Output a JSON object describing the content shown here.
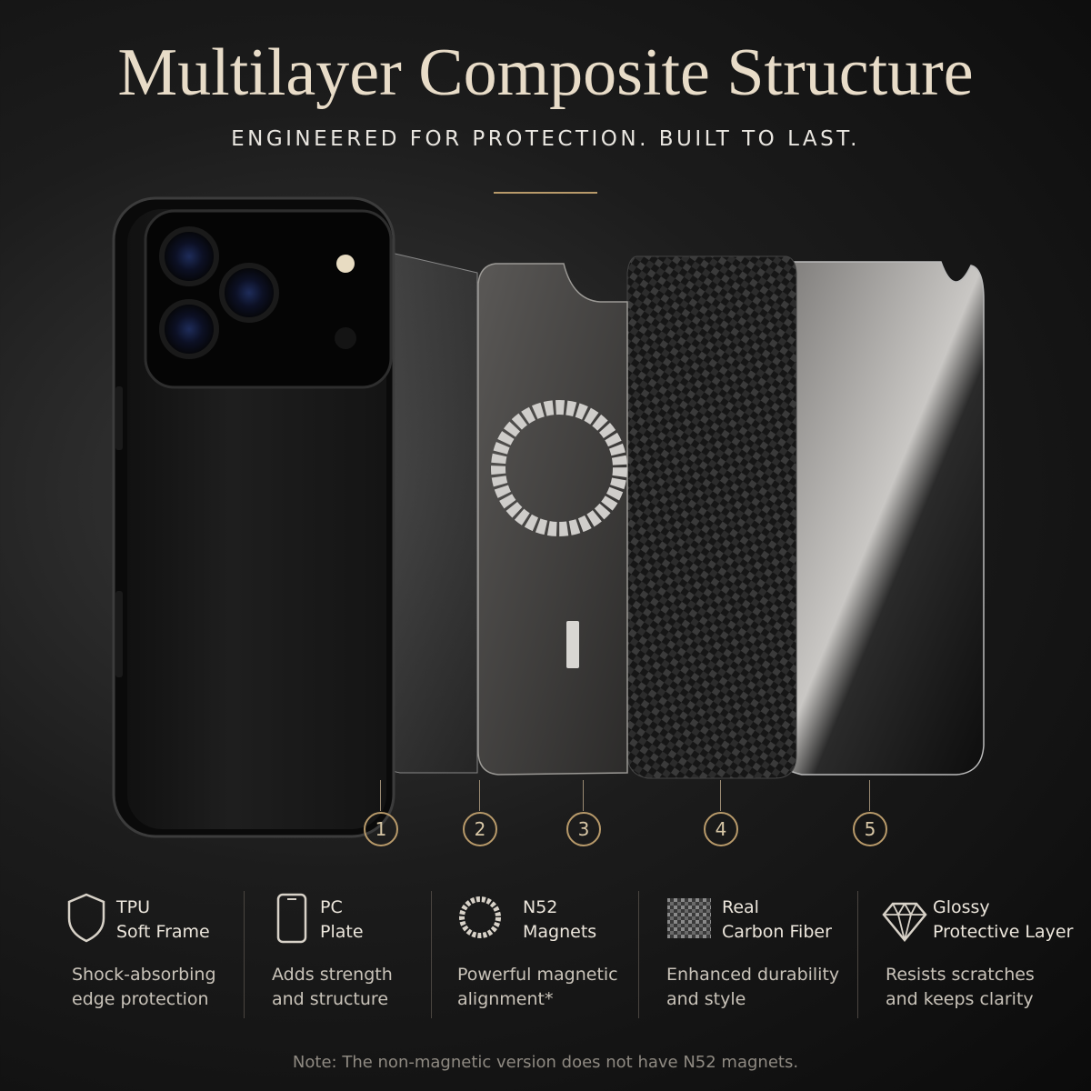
{
  "header": {
    "title": "Multilayer Composite Structure",
    "subtitle": "ENGINEERED FOR PROTECTION. BUILT TO LAST."
  },
  "layers": [
    {
      "number": "1"
    },
    {
      "number": "2"
    },
    {
      "number": "3"
    },
    {
      "number": "4"
    },
    {
      "number": "5"
    }
  ],
  "features": [
    {
      "icon": "shield-icon",
      "name": "TPU\nSoft Frame",
      "description": "Shock-absorbing\nedge protection"
    },
    {
      "icon": "phone-outline-icon",
      "name": "PC\nPlate",
      "description": "Adds strength\nand structure"
    },
    {
      "icon": "magnet-ring-icon",
      "name": "N52\nMagnets",
      "description": "Powerful magnetic\nalignment*"
    },
    {
      "icon": "carbon-fiber-icon",
      "name": "Real\nCarbon Fiber",
      "description": "Enhanced durability\nand style"
    },
    {
      "icon": "diamond-icon",
      "name": "Glossy\nProtective Layer",
      "description": "Resists scratches\nand keeps clarity"
    }
  ],
  "footnote": "Note: The non-magnetic version does not have N52 magnets.",
  "colors": {
    "accent_gold": "#b89a6a",
    "background": "#141414",
    "title": "#e8dcc8"
  }
}
